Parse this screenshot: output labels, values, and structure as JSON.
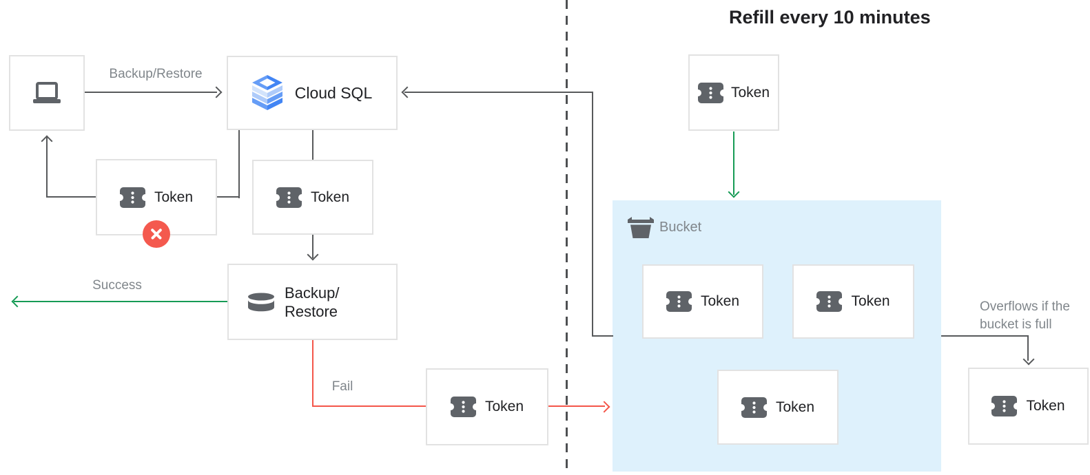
{
  "title": "Refill every 10 minutes",
  "labels": {
    "backup_restore_edge": "Backup/Restore",
    "success": "Success",
    "fail": "Fail",
    "overflow_line1": "Overflows if the",
    "overflow_line2": "bucket is full"
  },
  "nodes": {
    "client": {
      "icon": "laptop-icon"
    },
    "cloud_sql": {
      "label": "Cloud SQL",
      "icon": "cloud-sql-icon"
    },
    "backup_restore": {
      "line1": "Backup/",
      "line2": "Restore",
      "icon": "database-icon"
    },
    "bucket": {
      "label": "Bucket",
      "icon": "bucket-icon"
    },
    "tokens": [
      {
        "id": "token-denied",
        "label": "Token",
        "badge": "error-x-badge"
      },
      {
        "id": "token-consumed",
        "label": "Token"
      },
      {
        "id": "token-fail",
        "label": "Token"
      },
      {
        "id": "token-refill",
        "label": "Token"
      },
      {
        "id": "token-in-bucket-1",
        "label": "Token"
      },
      {
        "id": "token-in-bucket-2",
        "label": "Token"
      },
      {
        "id": "token-in-bucket-3",
        "label": "Token"
      },
      {
        "id": "token-overflow",
        "label": "Token"
      }
    ]
  },
  "colors": {
    "connector_gray": "#57595b",
    "success_green": "#169b55",
    "fail_red": "#f45549",
    "bucket_fill": "#def1fc",
    "box_border": "#e2e2e2",
    "label_gray": "#80868b",
    "text_dark": "#202124",
    "icon_gray": "#5f6368",
    "error_badge_red": "#f4594e",
    "cloud_sql_blues": [
      "#d2e3fc",
      "#aecbfa",
      "#669df6",
      "#4285f4"
    ]
  }
}
